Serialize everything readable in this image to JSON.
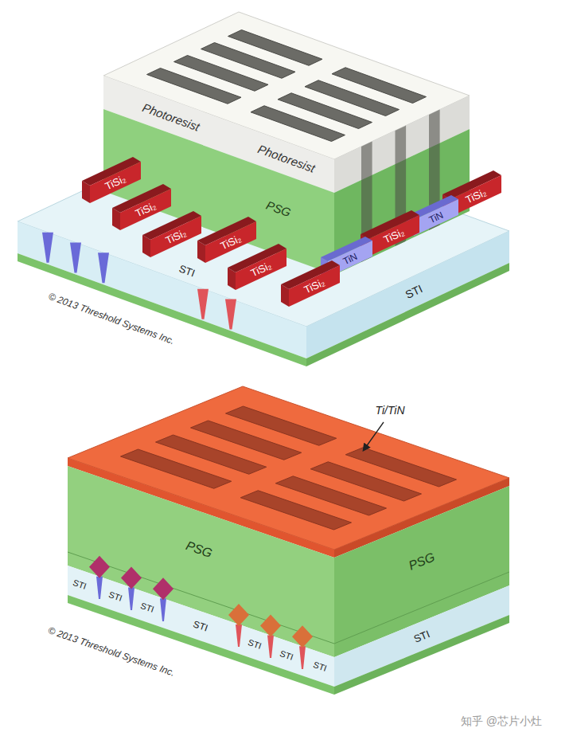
{
  "diagram": {
    "labels": [
      "Photoresist",
      "Photoresist",
      "PSG",
      "TiSi₂",
      "TiSi₂",
      "TiSi₂",
      "TiSi₂",
      "TiSi₂",
      "TiSi₂",
      "TiN",
      "TiSi₂",
      "TiN",
      "TiSi₂",
      "STI",
      "STI",
      "© 2013 Threshold Systems Inc.",
      "Ti/TiN",
      "PSG",
      "PSG",
      "STI",
      "STI",
      "STI",
      "STI",
      "STI",
      "STI",
      "STI",
      "STI",
      "© 2013 Threshold Systems Inc.",
      "知乎 @芯片小灶"
    ]
  }
}
